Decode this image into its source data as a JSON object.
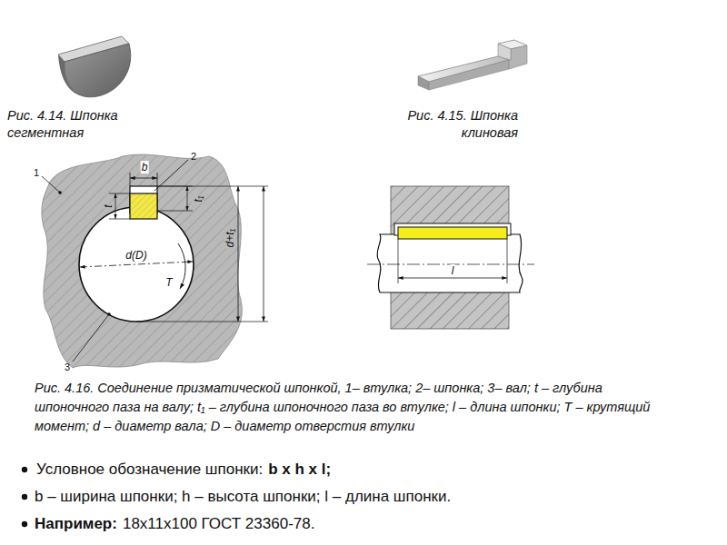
{
  "diagram": {
    "labels": [
      "Рис. 4.14. Шпонка сегментная",
      "Рис. 4.15. Шпонка клиновая",
      "1",
      "2",
      "b",
      "t",
      "t₁",
      "d(D)",
      "T",
      "d+t₁",
      "3",
      "l",
      "Рис. 4.16. Соединение призматической шпонкой, 1– втулка; 2– шпонка; 3– вал; t – глубина шпоночного паза на валу; t₁ – глубина шпоночного паза во втулке; l – длина шпонки; T – крутящий момент; d – диаметр вала; D – диаметр отверстия втулки",
      "Условное обозначение шпонки:",
      "b x h x l;",
      "b – ширина шпонки; h – высота шпонки; l – длина шпонки.",
      "Например:",
      "18х11х100 ГОСТ 23360-78."
    ]
  }
}
